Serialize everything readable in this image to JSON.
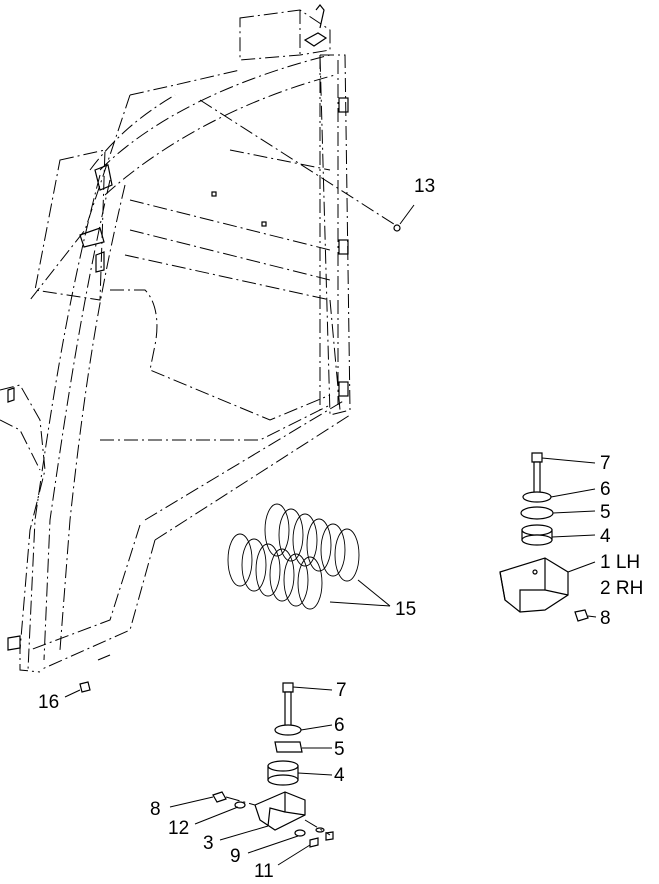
{
  "callouts": {
    "c13": "13",
    "c16": "16",
    "c15": "15",
    "r7": "7",
    "r6": "6",
    "r5": "5",
    "r4": "4",
    "r1": "1 LH",
    "r2": "2 RH",
    "r8": "8",
    "b7": "7",
    "b6": "6",
    "b5": "5",
    "b4": "4",
    "b8": "8",
    "b12": "12",
    "b3": "3",
    "b9": "9",
    "b11": "11"
  }
}
